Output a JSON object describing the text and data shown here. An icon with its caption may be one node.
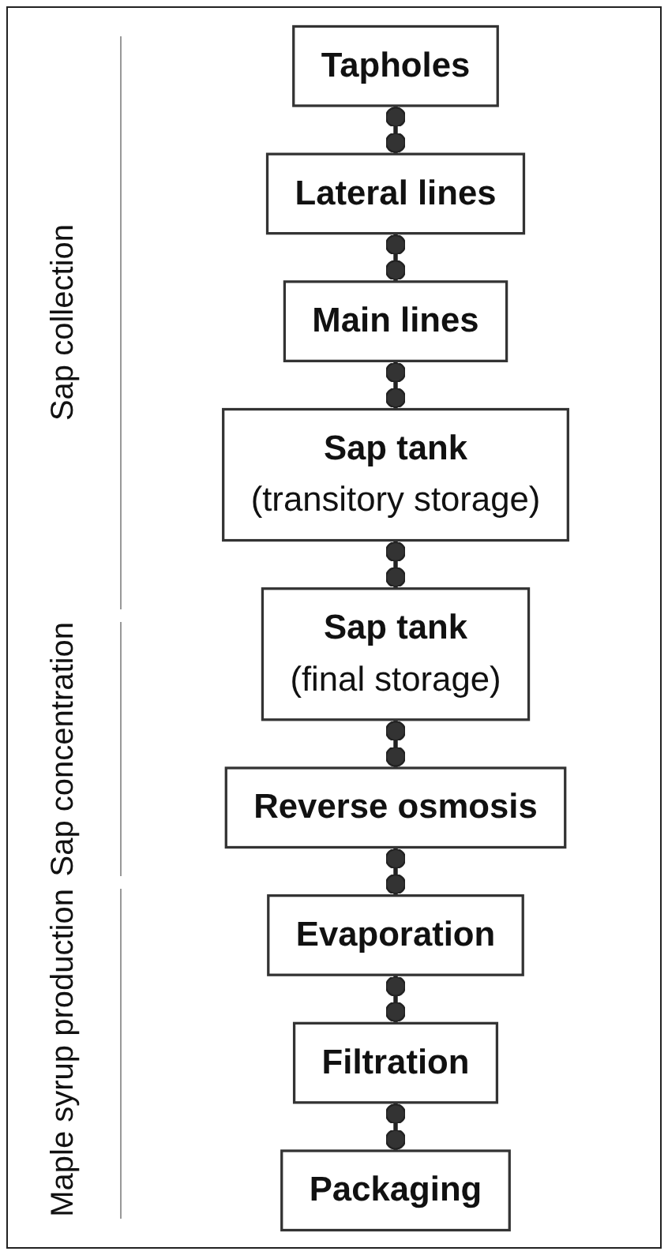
{
  "diagram": {
    "nodes": [
      {
        "text": [
          "Tapholes"
        ]
      },
      {
        "text": [
          "Lateral lines"
        ]
      },
      {
        "text": [
          "Main lines"
        ]
      },
      {
        "text": [
          "Sap tank",
          "(transitory storage)"
        ]
      },
      {
        "text": [
          "Sap tank",
          "(final storage)"
        ]
      },
      {
        "text": [
          "Reverse osmosis"
        ]
      },
      {
        "text": [
          "Evaporation"
        ]
      },
      {
        "text": [
          "Filtration"
        ]
      },
      {
        "text": [
          "Packaging"
        ]
      }
    ],
    "edges": [
      {
        "from": 0,
        "to": 1,
        "arrow": "other"
      },
      {
        "from": 1,
        "to": 2,
        "arrow": "other"
      },
      {
        "from": 2,
        "to": 3,
        "arrow": "other"
      },
      {
        "from": 3,
        "to": 4,
        "arrow": "other"
      },
      {
        "from": 4,
        "to": 5,
        "arrow": "other"
      },
      {
        "from": 5,
        "to": 6,
        "arrow": "other"
      },
      {
        "from": 6,
        "to": 7,
        "arrow": "other"
      },
      {
        "from": 7,
        "to": 8,
        "arrow": "other"
      }
    ],
    "labels": [
      "Sap collection",
      "Sap concentration",
      "Maple syrup production"
    ]
  }
}
